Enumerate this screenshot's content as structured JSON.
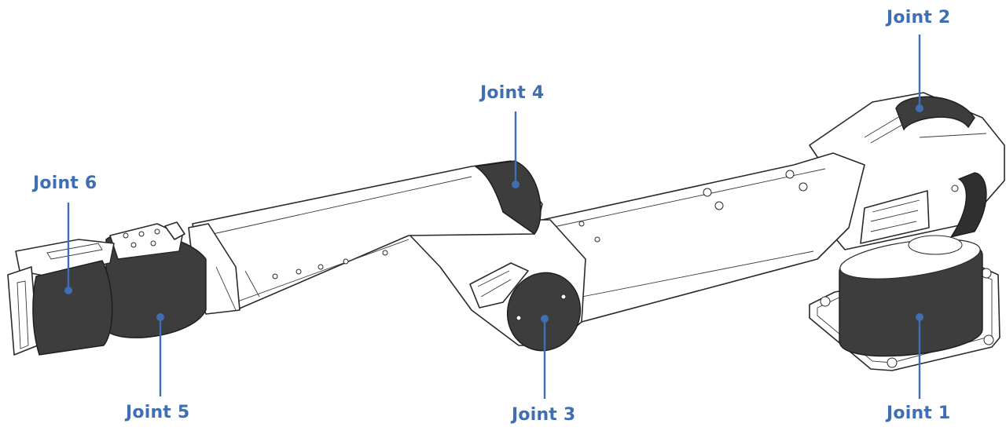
{
  "accent_color": "#3f6eb4",
  "joints": [
    {
      "id": "joint-1",
      "label": "Joint 1"
    },
    {
      "id": "joint-2",
      "label": "Joint 2"
    },
    {
      "id": "joint-3",
      "label": "Joint 3"
    },
    {
      "id": "joint-4",
      "label": "Joint 4"
    },
    {
      "id": "joint-5",
      "label": "Joint 5"
    },
    {
      "id": "joint-6",
      "label": "Joint 6"
    }
  ]
}
